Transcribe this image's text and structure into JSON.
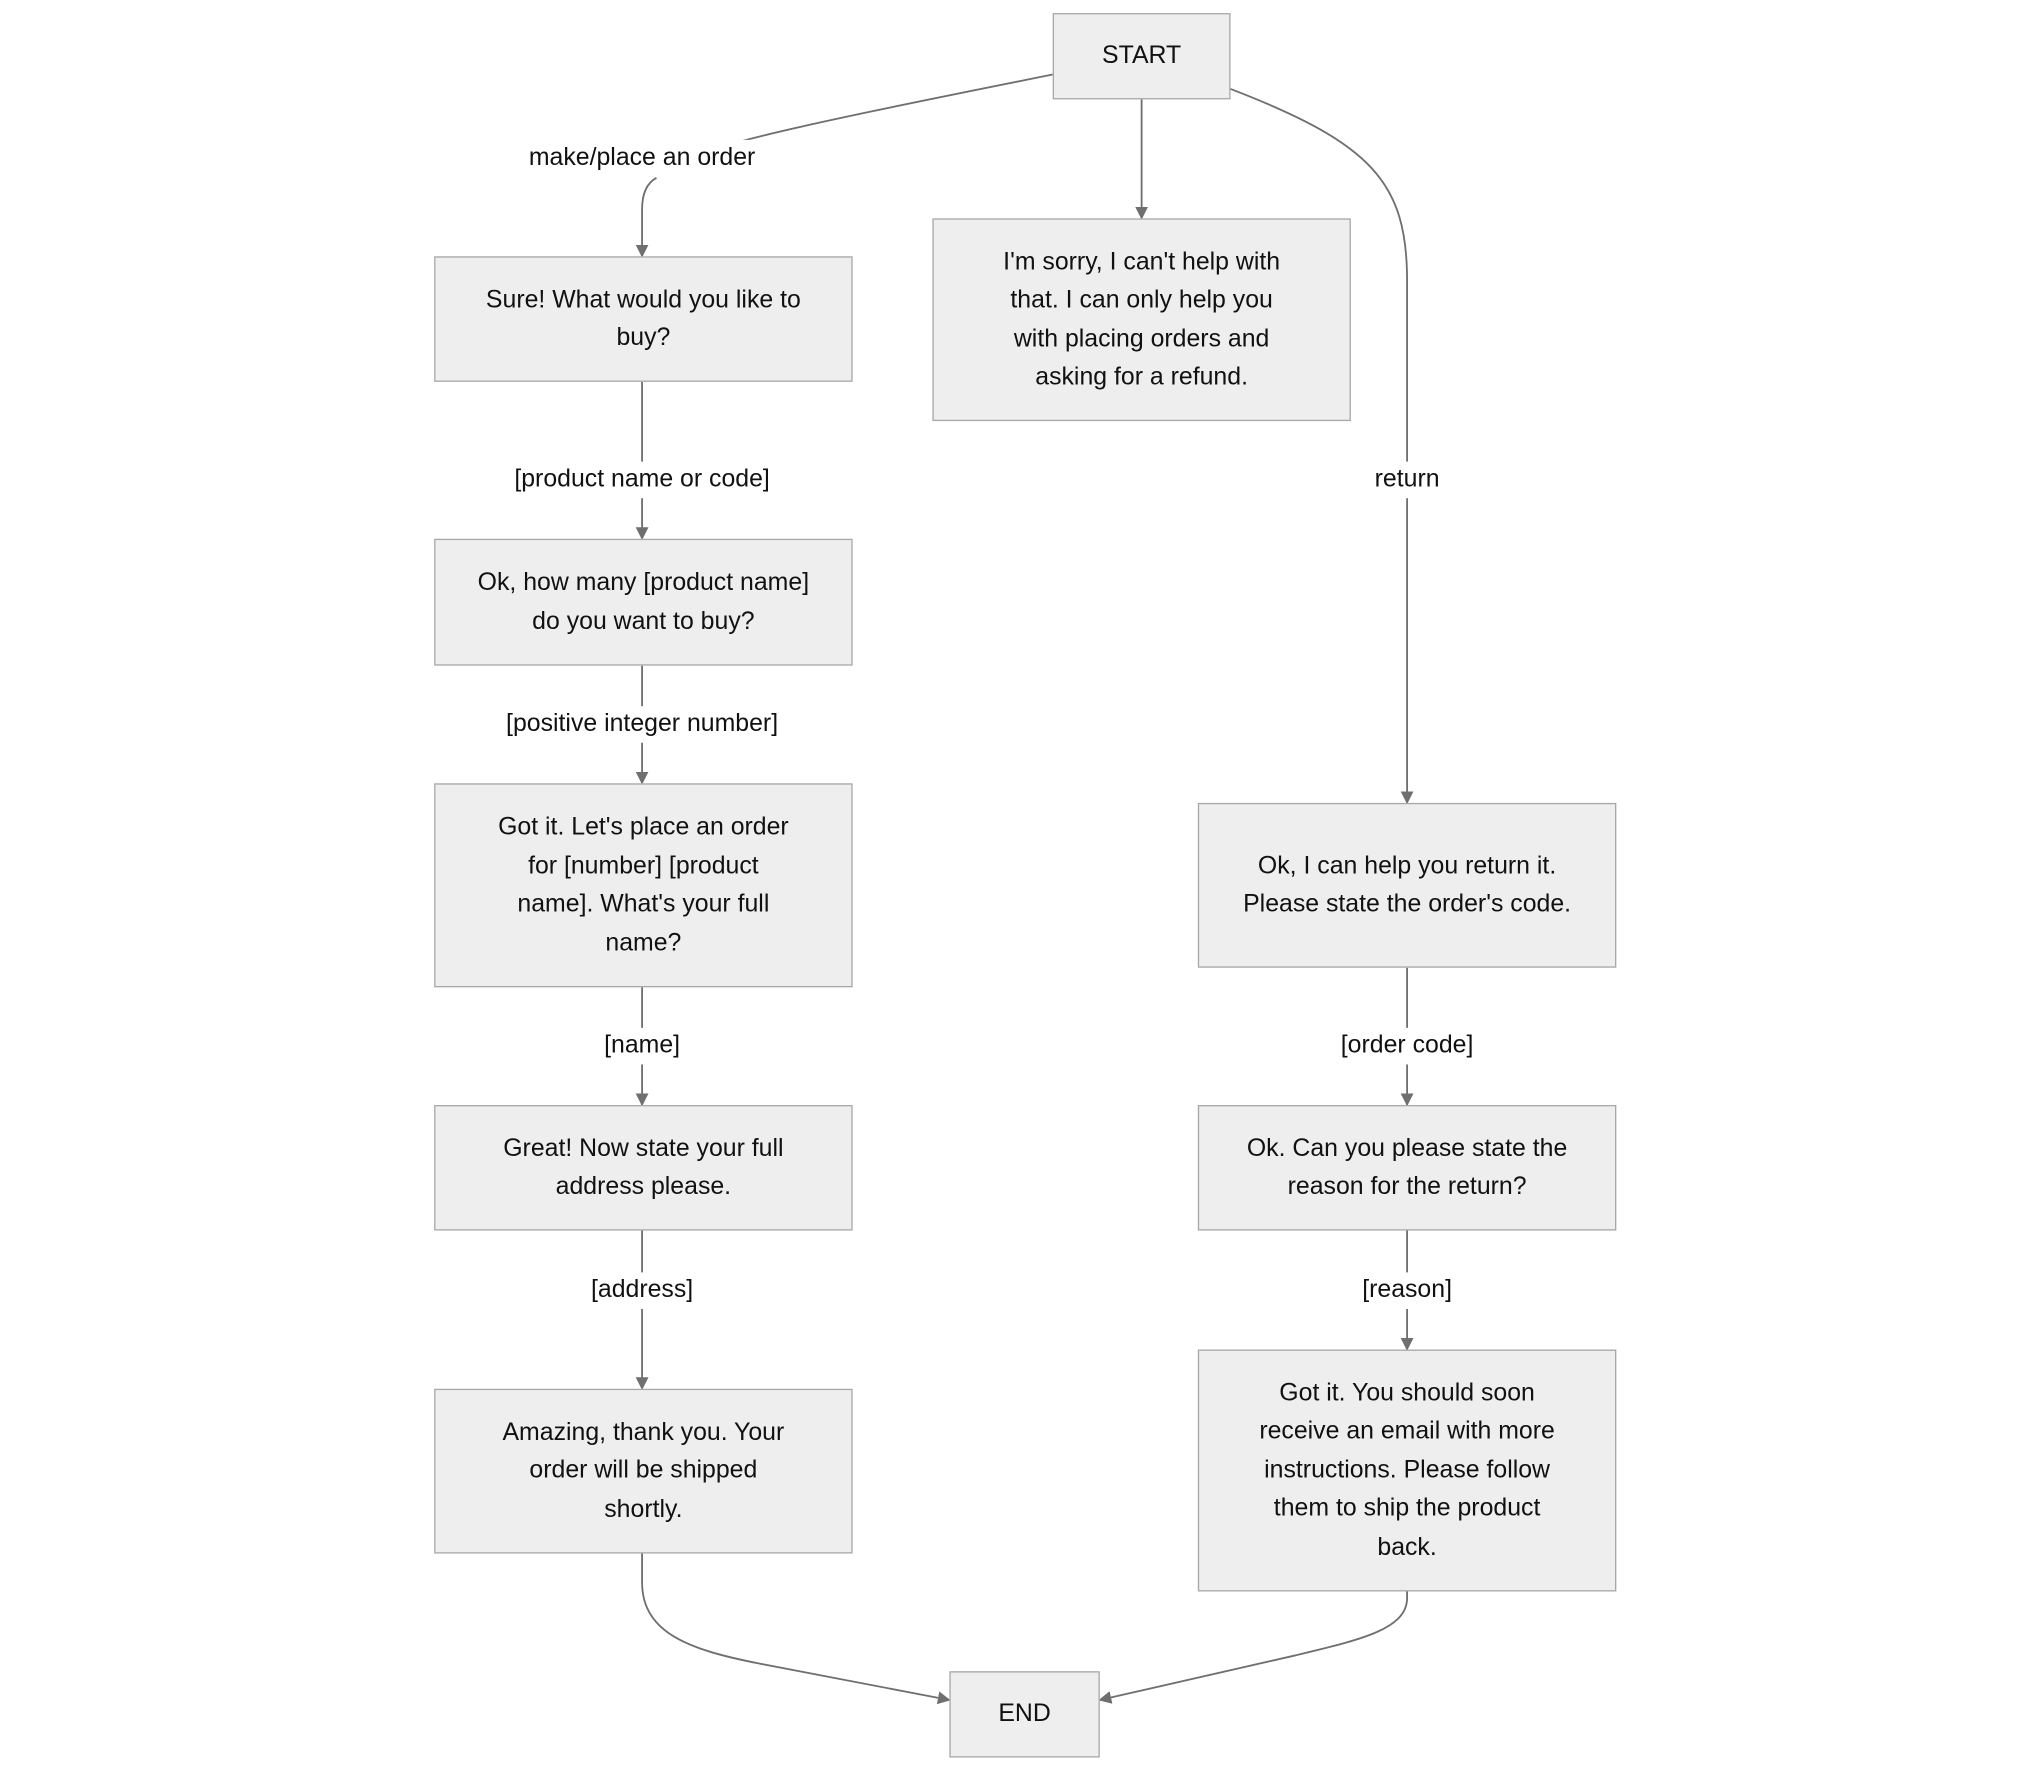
{
  "nodes": {
    "start": "START",
    "sorry": "I'm sorry, I can't help with that. I can only help you with placing orders and asking for a refund.",
    "buy": "Sure! What would you like to buy?",
    "how_many": "Ok, how many [product name] do you want to buy?",
    "full_name": "Got it. Let's place an order for [number] [product name]. What's your full name?",
    "address": "Great! Now state your full address please.",
    "shipped": "Amazing, thank you. Your order will be shipped shortly.",
    "return_help": "Ok, I can help you return it. Please state the order's code.",
    "reason": "Ok. Can you please state the reason for the return?",
    "email": "Got it. You should soon receive an email with more instructions. Please follow them to ship the product back.",
    "end": "END"
  },
  "edges": {
    "order": "make/place an order",
    "return": "return",
    "product": "[product name or code]",
    "integer": "[positive integer number]",
    "name": "[name]",
    "address": "[address]",
    "order_code": "[order code]",
    "reason": "[reason]"
  },
  "colors": {
    "node_fill": "#eeeeee",
    "node_border": "#a8a8a8",
    "edge": "#6f6f6f"
  }
}
